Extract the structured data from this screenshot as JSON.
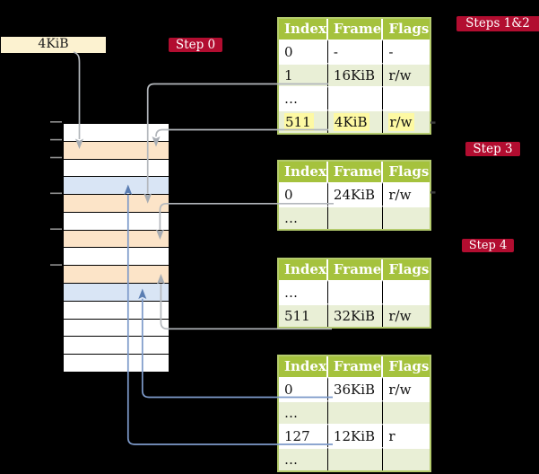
{
  "colors": {
    "accent_red": "#b20d30",
    "header_green": "#a5c23d",
    "row_green": "#e9efd6",
    "border_olive": "#b4cb6d",
    "frame_orange": "#fce4c8",
    "frame_blue": "#d9e5f5",
    "highlight_yellow": "#fdf9a3",
    "cream": "#fcf2d0",
    "arrow_gray": "#b3b7bc",
    "arrow_gray_head": "#a7acb3",
    "arrow_blue": "#7d9aca",
    "arrow_blue_head": "#5a7db2"
  },
  "labels": {
    "base_frame": "4KiB",
    "step0": "Step 0",
    "steps12": "Steps 1&2",
    "step3": "Step 3",
    "step4": "Step 4"
  },
  "memory": {
    "rows": [
      "white",
      "orange",
      "white",
      "blue",
      "orange",
      "white",
      "orange",
      "white",
      "orange",
      "blue",
      "white",
      "white",
      "white",
      "white"
    ]
  },
  "tables": [
    {
      "name": "page-table-steps-1-2",
      "headers": [
        "Index",
        "Frame",
        "Flags"
      ],
      "rows": [
        {
          "cells": [
            "0",
            "-",
            "-"
          ],
          "shade": "white",
          "highlight": false
        },
        {
          "cells": [
            "1",
            "16KiB",
            "r/w"
          ],
          "shade": "green",
          "highlight": false
        },
        {
          "cells": [
            "…",
            "",
            ""
          ],
          "shade": "white",
          "highlight": false
        },
        {
          "cells": [
            "511",
            "4KiB",
            "r/w"
          ],
          "shade": "green",
          "highlight": true
        }
      ]
    },
    {
      "name": "page-table-step-3",
      "headers": [
        "Index",
        "Frame",
        "Flags"
      ],
      "rows": [
        {
          "cells": [
            "0",
            "24KiB",
            "r/w"
          ],
          "shade": "white",
          "highlight": false
        },
        {
          "cells": [
            "…",
            "",
            ""
          ],
          "shade": "green",
          "highlight": false
        }
      ]
    },
    {
      "name": "page-table-step-4a",
      "headers": [
        "Index",
        "Frame",
        "Flags"
      ],
      "rows": [
        {
          "cells": [
            "…",
            "",
            ""
          ],
          "shade": "white",
          "highlight": false
        },
        {
          "cells": [
            "511",
            "32KiB",
            "r/w"
          ],
          "shade": "green",
          "highlight": false
        }
      ]
    },
    {
      "name": "page-table-step-4b",
      "headers": [
        "Index",
        "Frame",
        "Flags"
      ],
      "rows": [
        {
          "cells": [
            "0",
            "36KiB",
            "r/w"
          ],
          "shade": "white",
          "highlight": false
        },
        {
          "cells": [
            "…",
            "",
            ""
          ],
          "shade": "green",
          "highlight": false
        },
        {
          "cells": [
            "127",
            "12KiB",
            "r"
          ],
          "shade": "white",
          "highlight": false
        },
        {
          "cells": [
            "…",
            "",
            ""
          ],
          "shade": "green",
          "highlight": false
        }
      ]
    }
  ],
  "arrows": [
    {
      "name": "arrow-4kib-box-to-frame",
      "color": "gray"
    },
    {
      "name": "arrow-entry-1-to-frame-16kib",
      "color": "gray"
    },
    {
      "name": "arrow-entry-511-to-frame-4kib",
      "color": "gray"
    },
    {
      "name": "arrow-entry-0-to-frame-24kib",
      "color": "gray"
    },
    {
      "name": "arrow-entry-511-to-frame-32kib",
      "color": "gray"
    },
    {
      "name": "arrow-entry-0-to-frame-36kib",
      "color": "blue"
    },
    {
      "name": "arrow-entry-127-to-frame-12kib",
      "color": "blue"
    }
  ]
}
